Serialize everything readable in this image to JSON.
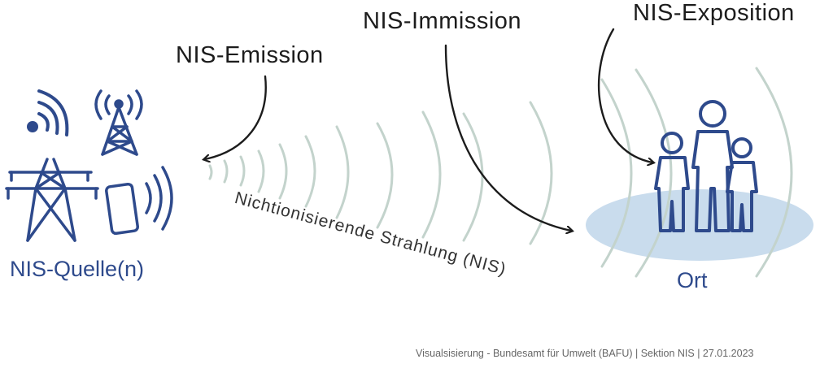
{
  "labels": {
    "emission": "NIS-Emission",
    "immission": "NIS-Immission",
    "exposition": "NIS-Exposition",
    "source": "NIS-Quelle(n)",
    "place": "Ort",
    "radiation": "Nichtionisierende Strahlung (NIS)"
  },
  "credit": "Visualsisierung - Bundesamt für Umwelt (BAFU) | Sektion NIS | 27.01.2023",
  "icons": {
    "sources": [
      "wifi-icon",
      "cell-tower-icon",
      "power-pylon-icon",
      "smartphone-icon"
    ],
    "people": "family-icon",
    "place": "ground-ellipse"
  },
  "colors": {
    "ink": "#2e4a8c",
    "wave": "#c3d3cc",
    "ground": "#c9dced",
    "arrow": "#1c1c1c"
  }
}
